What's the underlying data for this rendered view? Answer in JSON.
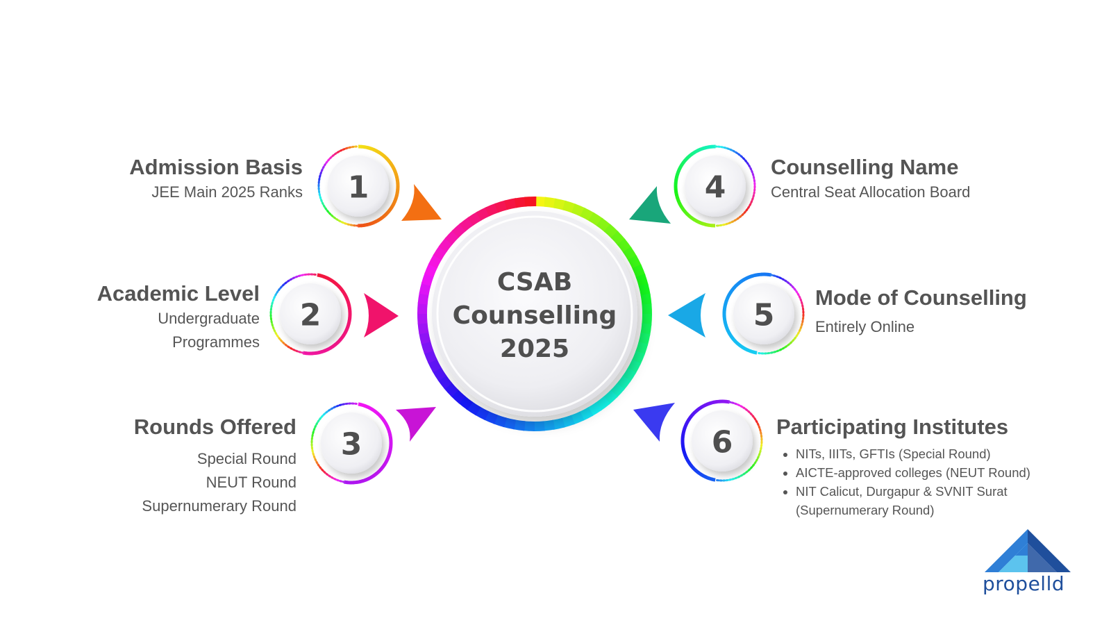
{
  "center": {
    "lines": [
      "CSAB",
      "Counselling",
      "2025"
    ]
  },
  "items": [
    {
      "number": "1",
      "title": "Admission Basis",
      "lines": [
        "JEE Main 2025 Ranks"
      ]
    },
    {
      "number": "2",
      "title": "Academic Level",
      "lines": [
        "Undergraduate",
        "Programmes"
      ]
    },
    {
      "number": "3",
      "title": "Rounds Offered",
      "lines": [
        "Special Round",
        "NEUT Round",
        "Supernumerary Round"
      ]
    },
    {
      "number": "4",
      "title": "Counselling Name",
      "lines": [
        "Central Seat Allocation Board"
      ]
    },
    {
      "number": "5",
      "title": "Mode of Counselling",
      "lines": [
        "Entirely Online"
      ]
    },
    {
      "number": "6",
      "title": "Participating Institutes",
      "bullets": [
        "NITs, IIITs, GFTIs (Special Round)",
        "AICTE-approved colleges (NEUT Round)",
        "NIT Calicut, Durgapur & SVNIT Surat",
        "(Supernumerary Round)"
      ]
    }
  ],
  "brand": {
    "name": "propelld",
    "colors": [
      "#1f4f9c",
      "#2f7fd6",
      "#5cc3ee"
    ]
  },
  "colors": {
    "item1": "#f36f12",
    "item2": "#f0136b",
    "item3": "#c814d6",
    "item4": "#19a67a",
    "item5": "#19a8e6",
    "item6": "#3a3af0"
  }
}
